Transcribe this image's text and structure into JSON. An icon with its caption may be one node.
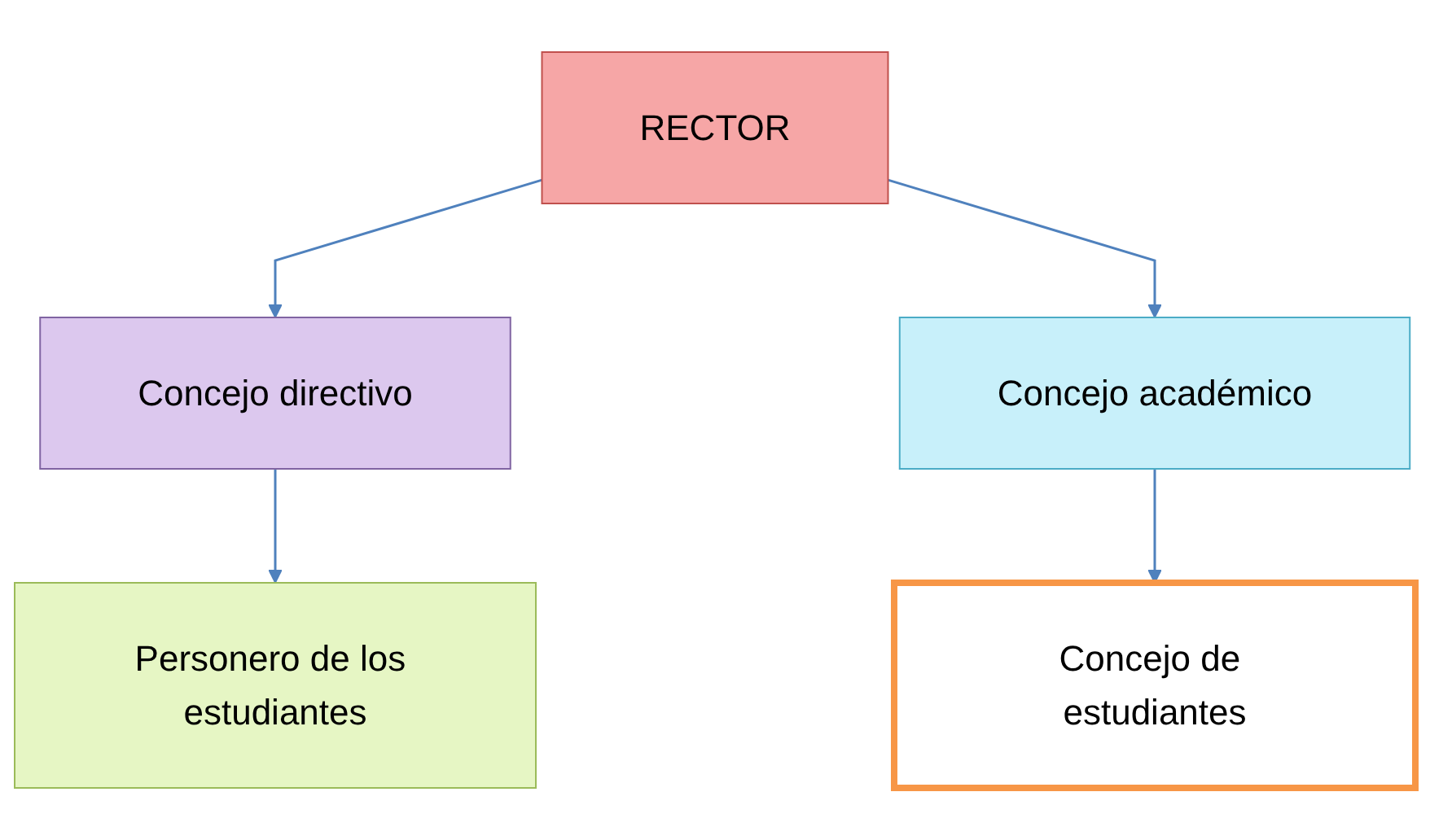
{
  "diagram": {
    "nodes": [
      {
        "text": [
          "RECTOR"
        ]
      },
      {
        "text": [
          "Concejo directivo"
        ]
      },
      {
        "text": [
          "Concejo académico"
        ]
      },
      {
        "text": [
          "Personero de los estudiantes"
        ]
      },
      {
        "text": [
          "Concejo de estudiantes"
        ]
      }
    ],
    "edges": [
      {
        "from": 0,
        "to": 1,
        "arrow": "to"
      },
      {
        "from": 0,
        "to": 2,
        "arrow": "to"
      },
      {
        "from": 1,
        "to": 3,
        "arrow": "to"
      },
      {
        "from": 2,
        "to": 4,
        "arrow": "to"
      }
    ]
  }
}
